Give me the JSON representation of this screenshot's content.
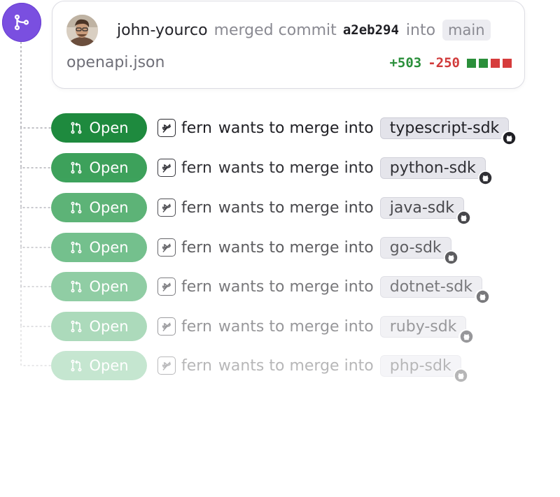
{
  "commit_card": {
    "user": "john-yourco",
    "action": "merged commit",
    "sha": "a2eb294",
    "into": "into",
    "target_branch": "main",
    "file": "openapi.json",
    "additions": "+503",
    "deletions": "-250",
    "diff_blocks": [
      "green",
      "green",
      "red",
      "red"
    ]
  },
  "pull_requests": [
    {
      "status": "Open",
      "author": "fern",
      "text": "wants to merge into",
      "branch": "typescript-sdk",
      "icon": "github-icon"
    },
    {
      "status": "Open",
      "author": "fern",
      "text": "wants to merge into",
      "branch": "python-sdk",
      "icon": "github-icon"
    },
    {
      "status": "Open",
      "author": "fern",
      "text": "wants to merge into",
      "branch": "java-sdk",
      "icon": "github-icon"
    },
    {
      "status": "Open",
      "author": "fern",
      "text": "wants to merge into",
      "branch": "go-sdk",
      "icon": "github-icon"
    },
    {
      "status": "Open",
      "author": "fern",
      "text": "wants to merge into",
      "branch": "dotnet-sdk",
      "icon": "github-icon"
    },
    {
      "status": "Open",
      "author": "fern",
      "text": "wants to merge into",
      "branch": "ruby-sdk",
      "icon": "github-icon"
    },
    {
      "status": "Open",
      "author": "fern",
      "text": "wants to merge into",
      "branch": "php-sdk",
      "icon": "github-icon"
    }
  ],
  "colors": {
    "merge_accent": "#7a4fe0",
    "open_green": "#1e8a3e",
    "additions": "#2a8f3a",
    "deletions": "#d13b3b"
  }
}
